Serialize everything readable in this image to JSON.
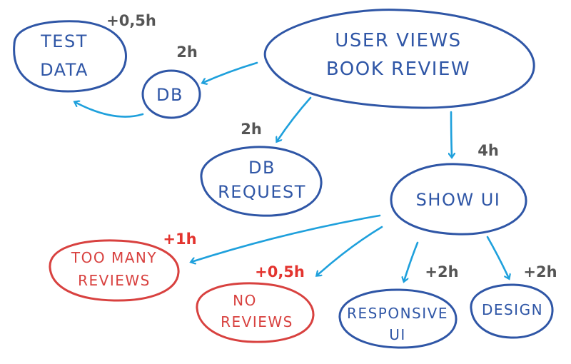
{
  "colors": {
    "node_blue": "#2f56a6",
    "node_red": "#d8413f",
    "arrow": "#1ea0dc",
    "estimate_gray": "#555555",
    "estimate_red": "#e3342f"
  },
  "nodes": {
    "user_views_book_review": {
      "line1": "USER VIEWS",
      "line2": "BOOK REVIEW",
      "estimate": ""
    },
    "test_data": {
      "line1": "TEST",
      "line2": "DATA",
      "estimate": "+0,5h"
    },
    "db": {
      "line1": "DB",
      "estimate": "2h"
    },
    "db_request": {
      "line1": "DB",
      "line2": "REQUEST",
      "estimate": "2h"
    },
    "show_ui": {
      "line1": "SHOW UI",
      "estimate": "4h"
    },
    "too_many_reviews": {
      "line1": "TOO MANY",
      "line2": "REVIEWS",
      "estimate": "+1h"
    },
    "no_reviews": {
      "line1": "NO",
      "line2": "REVIEWS",
      "estimate": "+0,5h"
    },
    "responsive_ui": {
      "line1": "RESPONSIVE",
      "line2": "UI",
      "estimate": "+2h"
    },
    "design": {
      "line1": "DESIGN",
      "estimate": "+2h"
    }
  }
}
